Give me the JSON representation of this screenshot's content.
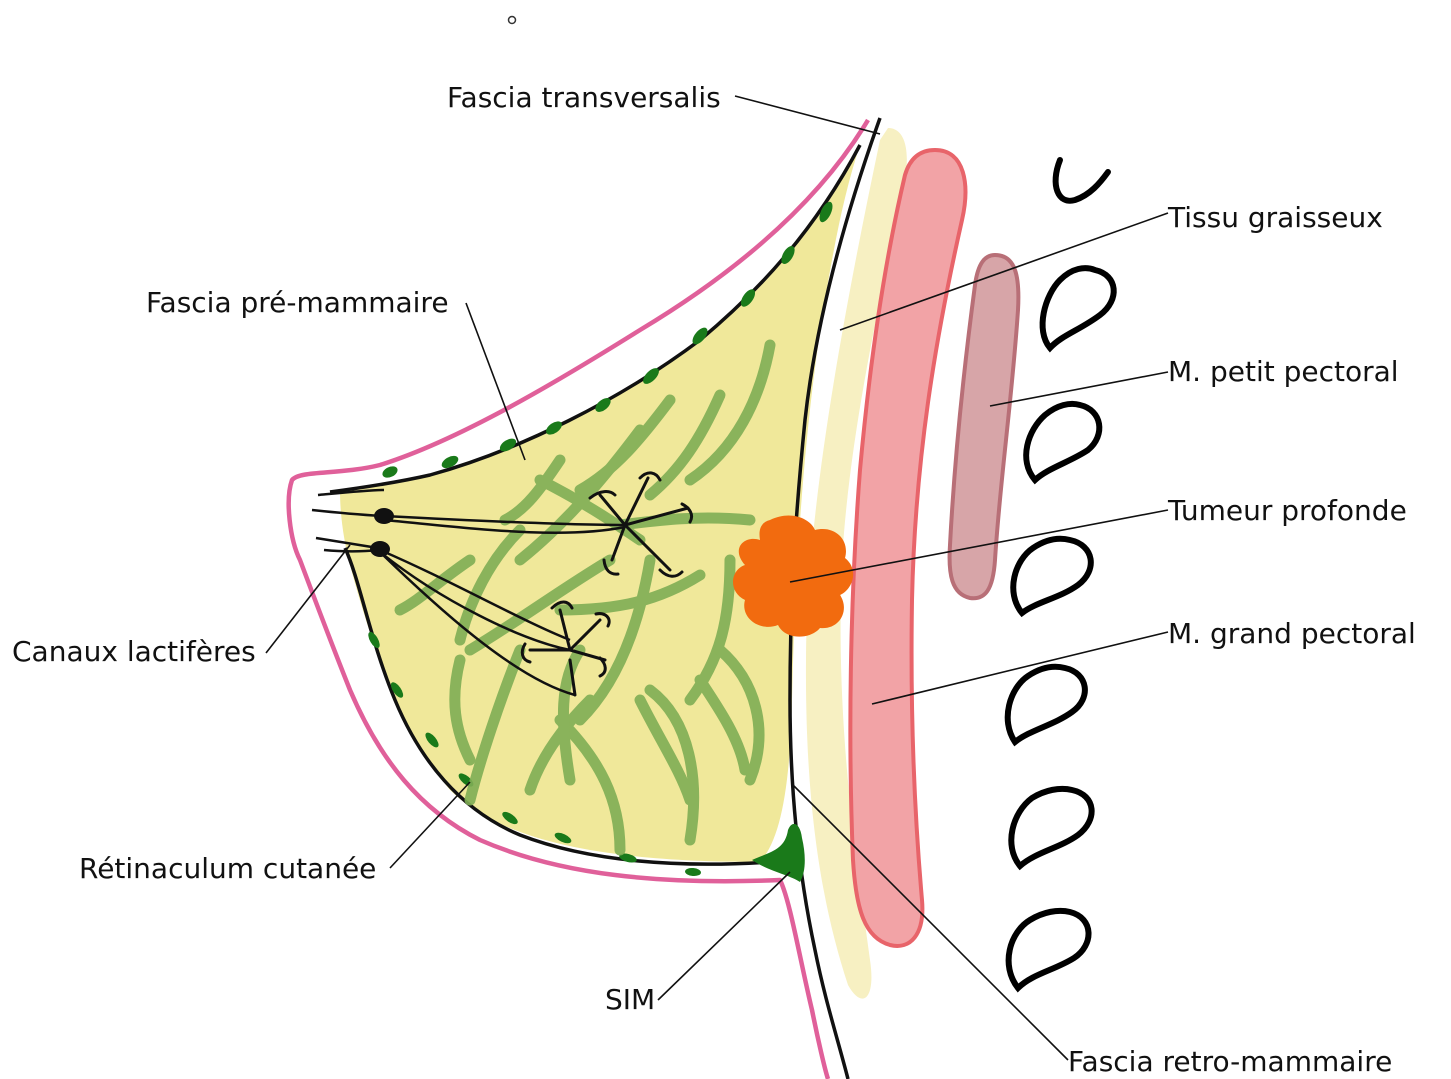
{
  "labels": {
    "fascia_transversalis": "Fascia transversalis",
    "tissu_graisseux": "Tissu graisseux",
    "fascia_pre_mammaire": "Fascia pré-mammaire",
    "m_petit_pectoral": "M. petit pectoral",
    "tumeur_profonde": "Tumeur profonde",
    "m_grand_pectoral": "M. grand pectoral",
    "canaux_lactiferes": "Canaux lactifères",
    "retinaculum_cutanee": "Rétinaculum cutanée",
    "sim": "SIM",
    "fascia_retro_mammaire": "Fascia retro-mammaire"
  },
  "colors": {
    "skin": "#e0609a",
    "gland": "#f0e89a",
    "lobule_green": "#7fae55",
    "retinaculum_dark_green": "#1a7a1a",
    "fat_layer": "#f7f0c2",
    "grand_pectoral": "#f2a3a6",
    "grand_pectoral_outline": "#e8646a",
    "petit_pectoral": "#d7a5a8",
    "petit_pectoral_outline": "#b86f77",
    "tumor": "#f26b0f",
    "fascia_line": "#111111"
  }
}
